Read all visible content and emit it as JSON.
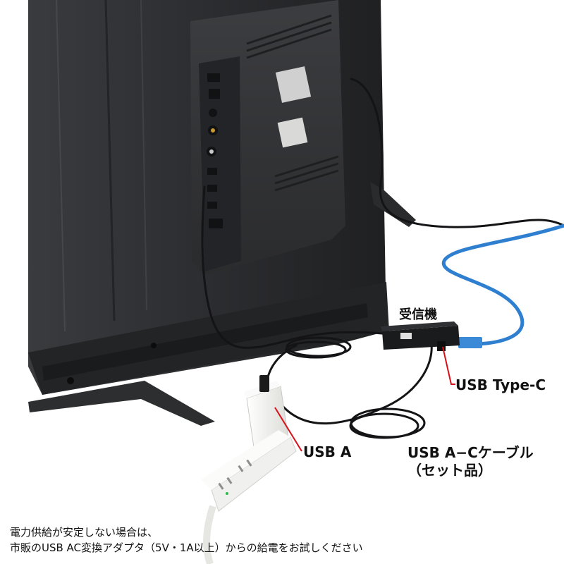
{
  "labels": {
    "receiver": "受信機",
    "usb_type_c": "USB Type-C",
    "usb_a": "USB A",
    "cable_line1": "USB A−Cケーブル",
    "cable_line2": "（セット品）"
  },
  "note": {
    "line1": "電力供給が安定しない場合は、",
    "line2": "市販のUSB AC変換アダプタ（5V・1A以上）からの給電をお試しください"
  },
  "colors": {
    "tv_body": "#2b2c2e",
    "tv_dark": "#1c1d1f",
    "callout_line": "#d7111a",
    "lan_cable": "#2f7fd0",
    "adapter": "#f1f1ef",
    "power_strip": "#f3f3f1"
  }
}
